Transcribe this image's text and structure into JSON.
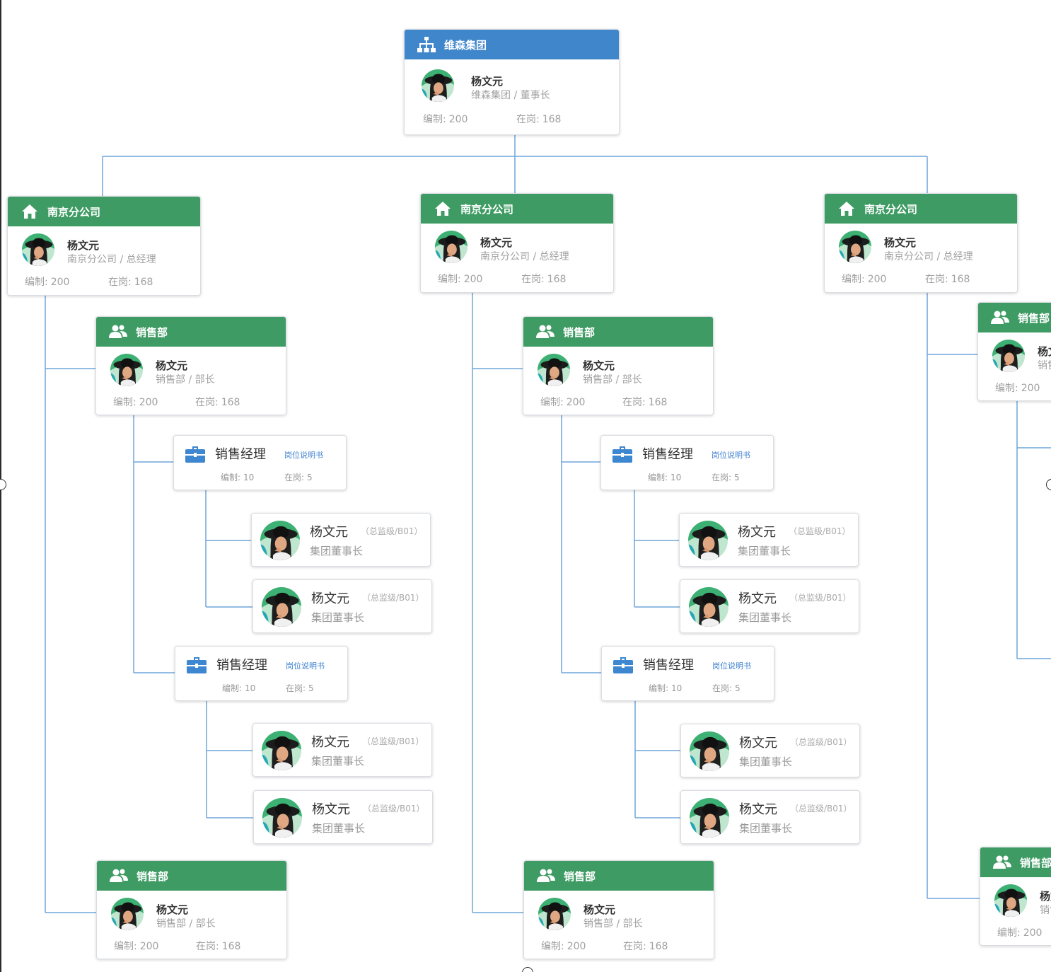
{
  "colors": {
    "group_header": "#3f86cb",
    "branch_header": "#3f9b64",
    "connector": "#6ea6da",
    "briefcase": "#3d86d0"
  },
  "root": {
    "header": "维森集团",
    "icon": "org-chart-icon",
    "name": "杨文元",
    "title": "维森集团 / 董事长",
    "quota_label": "编制:",
    "quota_value": "200",
    "onduty_label": "在岗:",
    "onduty_value": "168"
  },
  "branch": {
    "header": "南京分公司",
    "icon": "home-icon",
    "name": "杨文元",
    "title": "南京分公司 / 总经理",
    "quota_label": "编制:",
    "quota_value": "200",
    "onduty_label": "在岗:",
    "onduty_value": "168"
  },
  "dept": {
    "header": "销售部",
    "icon": "team-icon",
    "name": "杨文元",
    "title": "销售部 / 部长",
    "quota_label": "编制:",
    "quota_value": "200",
    "onduty_label": "在岗:",
    "onduty_value": "168"
  },
  "dept_clipped": {
    "header": "销售部",
    "name": "杨文",
    "title": "销售",
    "quota_label": "编制:",
    "quota_value": "200"
  },
  "position": {
    "icon": "briefcase-icon",
    "title": "销售经理",
    "link": "岗位说明书",
    "quota_label": "编制:",
    "quota_value": "10",
    "onduty_label": "在岗:",
    "onduty_value": "5"
  },
  "employee": {
    "name": "杨文元",
    "level": "（总监级/B01）",
    "title": "集团董事长"
  }
}
